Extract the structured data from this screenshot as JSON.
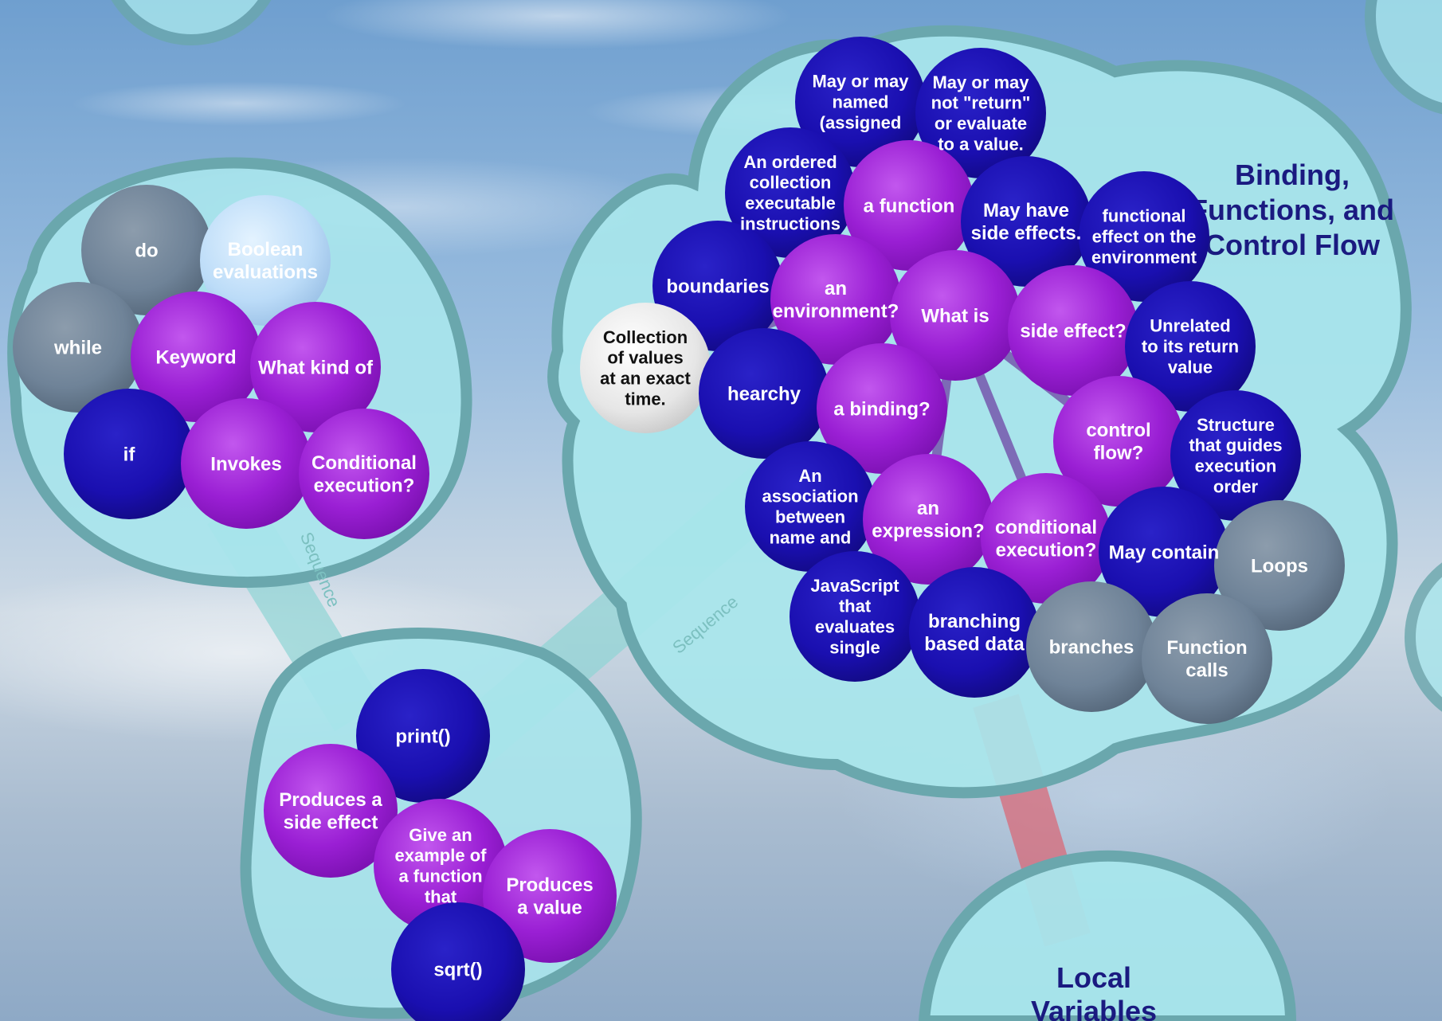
{
  "colors": {
    "cluster_fill": "#a8e6ec",
    "cluster_border": "#6aa7ad",
    "purple": "#a020d8",
    "navy": "#1a0fb0",
    "gray": "#6f8398",
    "white_node": "#e8e8e8",
    "link_red": "#d86a78",
    "title_color": "#1a1a80"
  },
  "titles": {
    "binding_cluster": "Binding, Functions, and Control Flow",
    "binding_lines": [
      "Binding,",
      "Functions, and",
      "Control Flow"
    ],
    "local_lines": [
      "Local",
      "Variables"
    ]
  },
  "links": {
    "sequence_1": "Sequence",
    "sequence_2": "Sequence"
  },
  "keyword_cluster": {
    "nodes": [
      {
        "id": "do",
        "label": [
          "do"
        ],
        "color": "gray"
      },
      {
        "id": "boolean",
        "label": [
          "Boolean",
          "evaluations"
        ],
        "color": "lightblue"
      },
      {
        "id": "while",
        "label": [
          "while"
        ],
        "color": "gray"
      },
      {
        "id": "keyword",
        "label": [
          "Keyword"
        ],
        "color": "purple"
      },
      {
        "id": "what-kind-of",
        "label": [
          "What kind of"
        ],
        "color": "purple"
      },
      {
        "id": "if",
        "label": [
          "if"
        ],
        "color": "navy"
      },
      {
        "id": "invokes",
        "label": [
          "Invokes"
        ],
        "color": "purple"
      },
      {
        "id": "conditional",
        "label": [
          "Conditional",
          "execution?"
        ],
        "color": "purple"
      }
    ]
  },
  "example_cluster": {
    "nodes": [
      {
        "id": "print",
        "label": [
          "print()"
        ],
        "color": "navy"
      },
      {
        "id": "side-effect",
        "label": [
          "Produces a",
          "side effect"
        ],
        "color": "purple"
      },
      {
        "id": "give-example",
        "label": [
          "Give an",
          "example of",
          "a function",
          "that"
        ],
        "color": "purple"
      },
      {
        "id": "produces-value",
        "label": [
          "Produces",
          "a value"
        ],
        "color": "purple"
      },
      {
        "id": "sqrt",
        "label": [
          "sqrt()"
        ],
        "color": "navy"
      }
    ]
  },
  "binding_cluster": {
    "nodes": [
      {
        "id": "named",
        "label": [
          "May or may",
          "named",
          "(assigned"
        ],
        "color": "navy"
      },
      {
        "id": "return",
        "label": [
          "May or may",
          "not \"return\"",
          "or evaluate",
          "to a value."
        ],
        "color": "navy"
      },
      {
        "id": "ordered",
        "label": [
          "An ordered",
          "collection",
          "executable",
          "instructions"
        ],
        "color": "navy"
      },
      {
        "id": "a-function",
        "label": [
          "a function"
        ],
        "color": "purple"
      },
      {
        "id": "side-effects",
        "label": [
          "May have",
          "side effects."
        ],
        "color": "navy"
      },
      {
        "id": "functional-effect",
        "label": [
          "functional",
          "effect on the",
          "environment"
        ],
        "color": "navy"
      },
      {
        "id": "boundaries",
        "label": [
          "boundaries"
        ],
        "color": "navy"
      },
      {
        "id": "an-environment",
        "label": [
          "an",
          "environment?"
        ],
        "color": "purple"
      },
      {
        "id": "what-is",
        "label": [
          "What is"
        ],
        "color": "purple"
      },
      {
        "id": "side-effect-q",
        "label": [
          "side effect?"
        ],
        "color": "purple"
      },
      {
        "id": "unrelated",
        "label": [
          "Unrelated",
          "to its return",
          "value"
        ],
        "color": "navy"
      },
      {
        "id": "collection-values",
        "label": [
          "Collection",
          "of values",
          "at an exact",
          "time."
        ],
        "color": "white"
      },
      {
        "id": "hearchy",
        "label": [
          "hearchy"
        ],
        "color": "navy"
      },
      {
        "id": "a-binding",
        "label": [
          "a binding?"
        ],
        "color": "purple"
      },
      {
        "id": "control-flow",
        "label": [
          "control",
          "flow?"
        ],
        "color": "purple"
      },
      {
        "id": "structure",
        "label": [
          "Structure",
          "that guides",
          "execution",
          "order"
        ],
        "color": "navy"
      },
      {
        "id": "association",
        "label": [
          "An",
          "association",
          "between",
          "name and"
        ],
        "color": "navy"
      },
      {
        "id": "an-expression",
        "label": [
          "an",
          "expression?"
        ],
        "color": "purple"
      },
      {
        "id": "conditional-exec",
        "label": [
          "conditional",
          "execution?"
        ],
        "color": "purple"
      },
      {
        "id": "may-contain",
        "label": [
          "May contain"
        ],
        "color": "navy"
      },
      {
        "id": "loops",
        "label": [
          "Loops"
        ],
        "color": "gray"
      },
      {
        "id": "javascript",
        "label": [
          "JavaScript",
          "that",
          "evaluates",
          "single"
        ],
        "color": "navy"
      },
      {
        "id": "branching",
        "label": [
          "branching",
          "based data"
        ],
        "color": "navy"
      },
      {
        "id": "branches",
        "label": [
          "branches"
        ],
        "color": "gray"
      },
      {
        "id": "function-calls",
        "label": [
          "Function",
          "calls"
        ],
        "color": "gray"
      }
    ]
  }
}
